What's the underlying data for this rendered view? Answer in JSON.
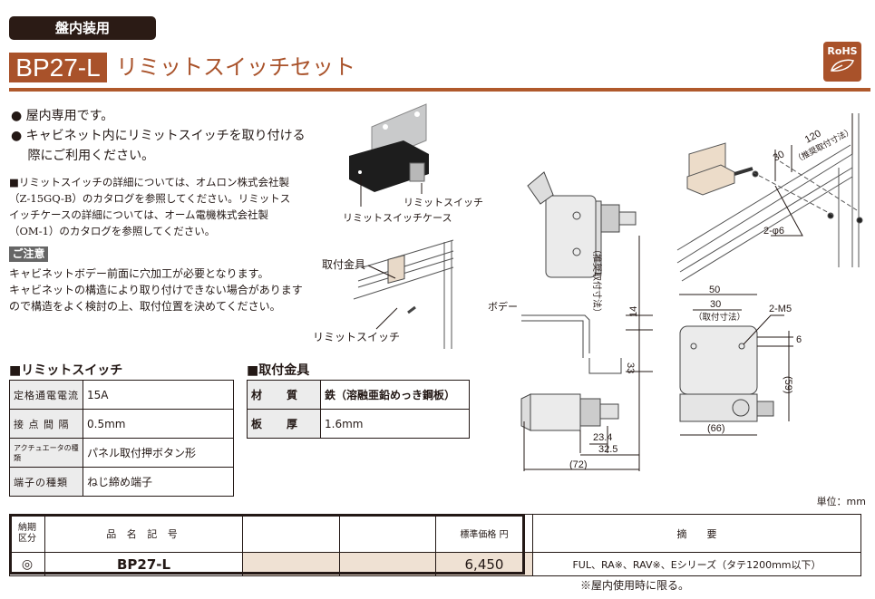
{
  "header": {
    "category": "盤内装用",
    "product_code": "BP27-L",
    "product_name": "リミットスイッチセット",
    "rohs_label": "RoHS"
  },
  "features": [
    "● 屋内専用です。",
    "● キャビネット内にリミットスイッチを取り付ける",
    "　 際にご利用ください。"
  ],
  "note_lines": [
    "■リミットスイッチの詳細については、オムロン株式会社製",
    "（Z-15GQ-B）のカタログを参照してください。リミットス",
    "イッチケースの詳細については、オーム電機株式会社製",
    "（OM-1）のカタログを参照してください。"
  ],
  "caution": {
    "label": "ご注意",
    "lines": [
      "キャビネットボデー前面に穴加工が必要となります。",
      "キャビネットの構造により取り付けできない場合があります",
      "ので構造をよく検討の上、取付位置を決めてください。"
    ]
  },
  "photo_labels": {
    "switch": "リミットスイッチ",
    "case": "リミットスイッチケース"
  },
  "install_labels": {
    "bracket": "取付金具",
    "switch": "リミットスイッチ"
  },
  "drawing": {
    "dim_120": "120",
    "dim_recommended": "（推奨取付寸法）",
    "dim_30_iso": "30",
    "hole": "2-φ6",
    "body_label": "ボデー",
    "dim_14": "14",
    "dim_recommended_v": "（推奨取付寸法）",
    "dim_33": "33",
    "dim_23_4": "23.4",
    "dim_32_5": "32.5",
    "dim_72": "(72)",
    "dim_50": "50",
    "dim_30": "30",
    "dim_mount": "（取付寸法）",
    "screw": "2-M5",
    "dim_6": "6",
    "dim_59": "(59)",
    "dim_66": "(66)"
  },
  "limit_switch": {
    "title": "■リミットスイッチ",
    "rows": [
      {
        "label": "定格通電電流",
        "value": "15A"
      },
      {
        "label": "接 点 間 隔",
        "value": "0.5mm"
      },
      {
        "label": "アクチュエータの種類",
        "value": "パネル取付押ボタン形"
      },
      {
        "label": "端子の種類",
        "value": "ねじ締め端子"
      }
    ]
  },
  "bracket": {
    "title": "■取付金具",
    "rows": [
      {
        "label": "材　　質",
        "value": "鉄（溶融亜鉛めっき鋼板）"
      },
      {
        "label": "板　　厚",
        "value": "1.6mm"
      }
    ]
  },
  "unit": "単位：mm",
  "price_table": {
    "headers": {
      "delivery": "納期\n区分",
      "model": "品 名 記 号",
      "price": "標準価格 円",
      "summary": "摘　　要"
    },
    "rows": [
      {
        "delivery": "◎",
        "model": "BP27-L",
        "price": "6,450",
        "summary": "FUL、RA※、RAV※、Eシリーズ（タテ1200mm以下）"
      }
    ],
    "footnote": "※屋内使用時に限る。"
  },
  "colors": {
    "brand": "#a9522a",
    "dark": "#2b1b15",
    "peach": "#efe1d3"
  }
}
